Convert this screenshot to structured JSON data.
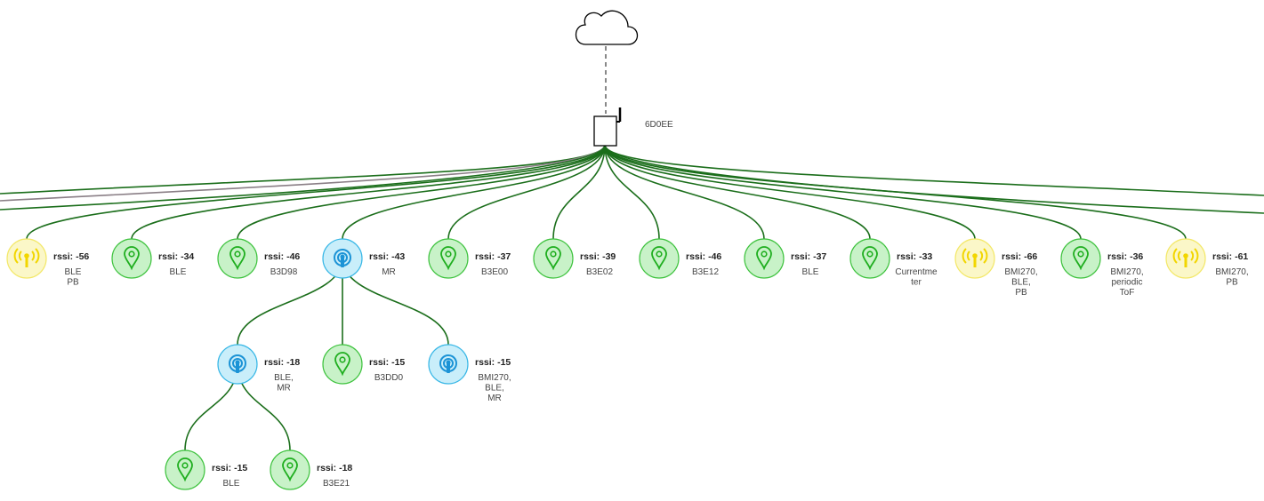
{
  "colors": {
    "link": "#1b6e1b",
    "link_alt": "#8a7f86",
    "dash": "#888888",
    "green_fill": "#c8f2c8",
    "green_stroke": "#3fc33f",
    "green_icon": "#1fae1f",
    "yellow_fill": "#fbf7c8",
    "yellow_stroke": "#f3e86a",
    "yellow_icon": "#f2d600",
    "blue_fill": "#c9eefa",
    "blue_stroke": "#38b7e6",
    "blue_icon": "#1c93d6"
  },
  "gateway": {
    "label": "6D0EE",
    "icon": "gateway-antenna-icon"
  },
  "cloud": {
    "icon": "cloud-icon"
  },
  "nodes": [
    {
      "id": "n1",
      "type": "yellow",
      "icon": "antenna-icon",
      "rssi": "rssi: -56",
      "lines": [
        "BLE",
        "PB"
      ]
    },
    {
      "id": "n2",
      "type": "green",
      "icon": "map-pin-icon",
      "rssi": "rssi: -34",
      "lines": [
        "BLE"
      ]
    },
    {
      "id": "n3",
      "type": "green",
      "icon": "map-pin-icon",
      "rssi": "rssi: -46",
      "lines": [
        "B3D98"
      ]
    },
    {
      "id": "n4",
      "type": "blue",
      "icon": "broadcast-icon",
      "rssi": "rssi: -43",
      "lines": [
        "MR"
      ]
    },
    {
      "id": "n5",
      "type": "green",
      "icon": "map-pin-icon",
      "rssi": "rssi: -37",
      "lines": [
        "B3E00"
      ]
    },
    {
      "id": "n6",
      "type": "green",
      "icon": "map-pin-icon",
      "rssi": "rssi: -39",
      "lines": [
        "B3E02"
      ]
    },
    {
      "id": "n7",
      "type": "green",
      "icon": "map-pin-icon",
      "rssi": "rssi: -46",
      "lines": [
        "B3E12"
      ]
    },
    {
      "id": "n8",
      "type": "green",
      "icon": "map-pin-icon",
      "rssi": "rssi: -37",
      "lines": [
        "BLE"
      ]
    },
    {
      "id": "n9",
      "type": "green",
      "icon": "map-pin-icon",
      "rssi": "rssi: -33",
      "lines": [
        "Currentme",
        "ter"
      ]
    },
    {
      "id": "n10",
      "type": "yellow",
      "icon": "antenna-icon",
      "rssi": "rssi: -66",
      "lines": [
        "BMI270,",
        "BLE,",
        "PB"
      ]
    },
    {
      "id": "n11",
      "type": "green",
      "icon": "map-pin-icon",
      "rssi": "rssi: -36",
      "lines": [
        "BMI270,",
        "periodic",
        "ToF"
      ]
    },
    {
      "id": "n12",
      "type": "yellow",
      "icon": "antenna-icon",
      "rssi": "rssi: -61",
      "lines": [
        "BMI270,",
        "PB"
      ]
    },
    {
      "id": "n13",
      "type": "blue",
      "icon": "broadcast-icon",
      "rssi": "rssi: -18",
      "lines": [
        "BLE,",
        "MR"
      ]
    },
    {
      "id": "n14",
      "type": "green",
      "icon": "map-pin-icon",
      "rssi": "rssi: -15",
      "lines": [
        "B3DD0"
      ]
    },
    {
      "id": "n15",
      "type": "blue",
      "icon": "broadcast-icon",
      "rssi": "rssi: -15",
      "lines": [
        "BMI270,",
        "BLE,",
        "MR"
      ]
    },
    {
      "id": "n16",
      "type": "green",
      "icon": "map-pin-icon",
      "rssi": "rssi: -15",
      "lines": [
        "BLE"
      ]
    },
    {
      "id": "n17",
      "type": "green",
      "icon": "map-pin-icon",
      "rssi": "rssi: -18",
      "lines": [
        "B3E21"
      ]
    }
  ],
  "links": [
    {
      "from": "gateway",
      "to": "n1"
    },
    {
      "from": "gateway",
      "to": "n2"
    },
    {
      "from": "gateway",
      "to": "n3"
    },
    {
      "from": "gateway",
      "to": "n4"
    },
    {
      "from": "gateway",
      "to": "n5"
    },
    {
      "from": "gateway",
      "to": "n6"
    },
    {
      "from": "gateway",
      "to": "n7"
    },
    {
      "from": "gateway",
      "to": "n8"
    },
    {
      "from": "gateway",
      "to": "n9"
    },
    {
      "from": "gateway",
      "to": "n10"
    },
    {
      "from": "gateway",
      "to": "n11"
    },
    {
      "from": "gateway",
      "to": "n12"
    },
    {
      "from": "n4",
      "to": "n13"
    },
    {
      "from": "n4",
      "to": "n14"
    },
    {
      "from": "n4",
      "to": "n15"
    },
    {
      "from": "n13",
      "to": "n16"
    },
    {
      "from": "n13",
      "to": "n17"
    }
  ]
}
